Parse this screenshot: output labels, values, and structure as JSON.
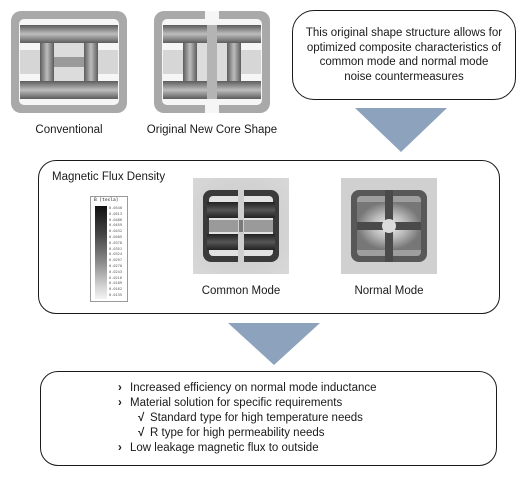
{
  "top": {
    "conventional_label": "Conventional",
    "new_shape_label": "Original New Core Shape",
    "callout_lines": [
      "This original shape structure allows for",
      "optimized composite characteristics of",
      "common mode and normal mode",
      "noise countermeasures"
    ]
  },
  "middle": {
    "title": "Magnetic Flux Density",
    "legend_title": "B [tesla]",
    "legend_values": [
      "0.0540",
      "0.0513",
      "0.0486",
      "0.0459",
      "0.0432",
      "0.0405",
      "0.0378",
      "0.0351",
      "0.0324",
      "0.0297",
      "0.0270",
      "0.0243",
      "0.0216",
      "0.0189",
      "0.0162",
      "0.0135"
    ],
    "common_mode_label": "Common Mode",
    "normal_mode_label": "Normal Mode"
  },
  "bottom": {
    "items": [
      {
        "marker": "›",
        "text": "Increased efficiency on normal mode inductance"
      },
      {
        "marker": "›",
        "text": "Material solution for specific requirements"
      },
      {
        "marker": "√",
        "text": "Standard type for high temperature needs",
        "sub": true
      },
      {
        "marker": "√",
        "text": "R type for high permeability needs",
        "sub": true
      },
      {
        "marker": "›",
        "text": "Low leakage magnetic flux to outside"
      }
    ]
  },
  "colors": {
    "arrow": "#8da3bd",
    "box_border": "#1a1a1a"
  }
}
